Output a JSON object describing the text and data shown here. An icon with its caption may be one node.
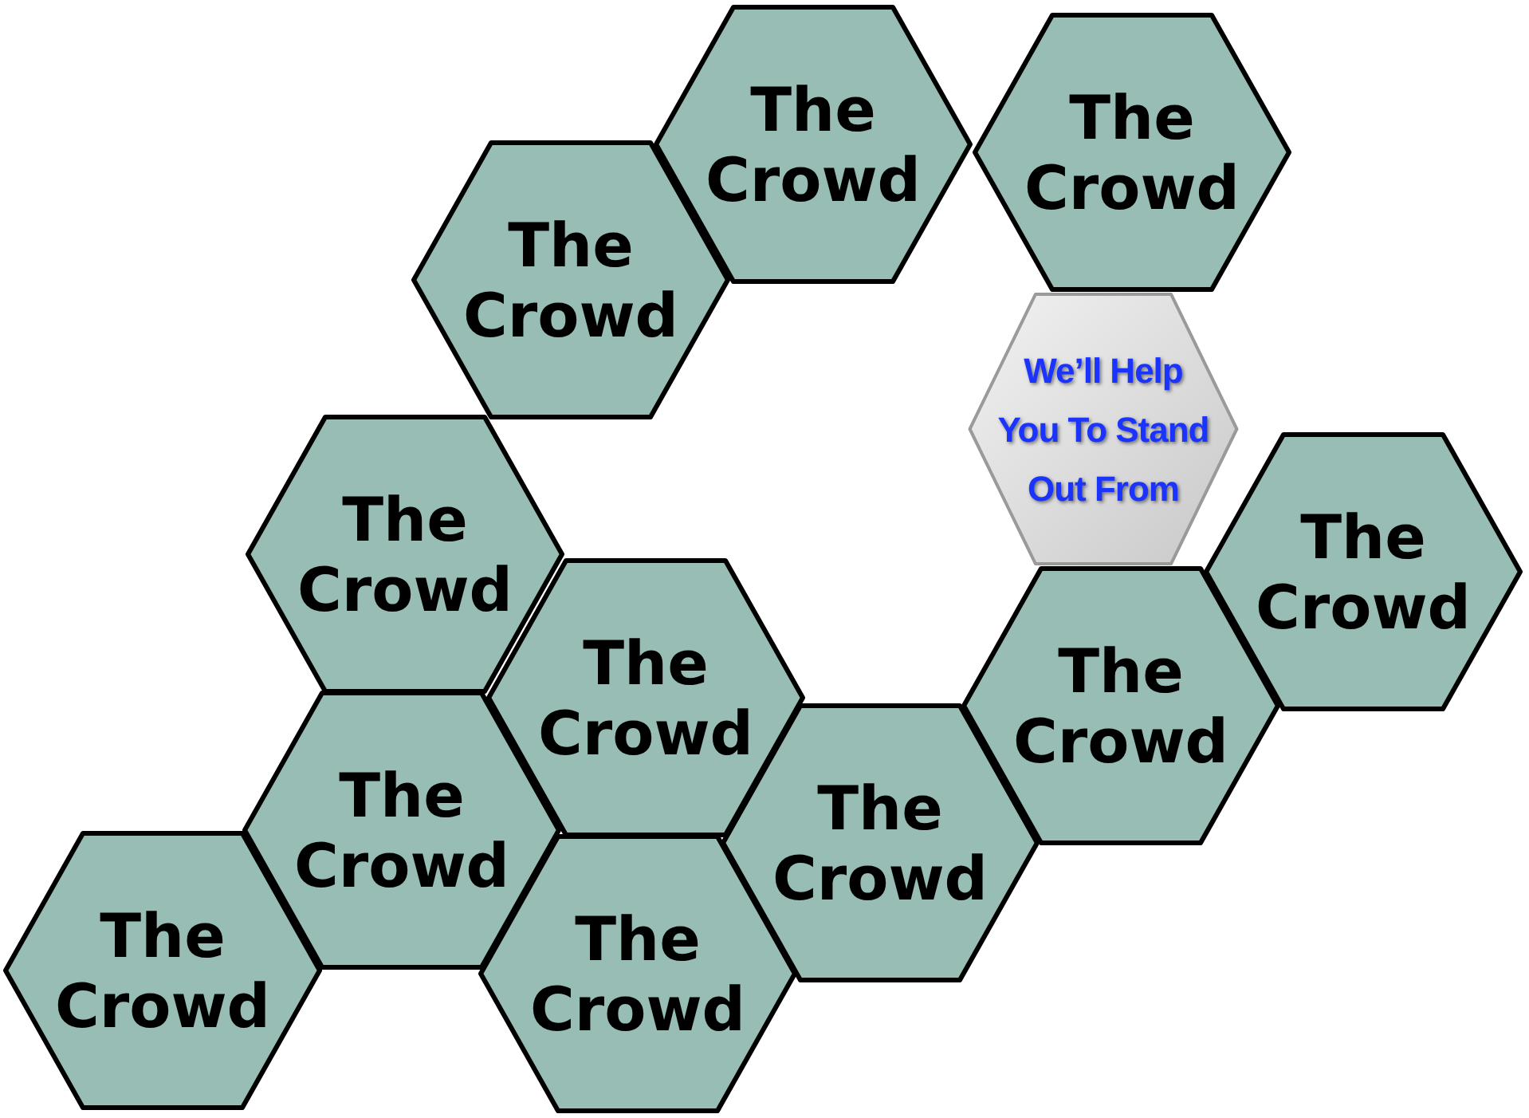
{
  "diagram": {
    "nodes": [
      {
        "text": [
          "The Crowd"
        ]
      },
      {
        "text": [
          "The Crowd"
        ]
      },
      {
        "text": [
          "The Crowd"
        ]
      },
      {
        "text": [
          "We’ll Help You To Stand Out From"
        ]
      },
      {
        "text": [
          "The Crowd"
        ]
      },
      {
        "text": [
          "The Crowd"
        ]
      },
      {
        "text": [
          "The Crowd"
        ]
      },
      {
        "text": [
          "The Crowd"
        ]
      },
      {
        "text": [
          "The Crowd"
        ]
      },
      {
        "text": [
          "The Crowd"
        ]
      },
      {
        "text": [
          "The Crowd"
        ]
      },
      {
        "text": [
          "The Crowd"
        ]
      }
    ]
  }
}
